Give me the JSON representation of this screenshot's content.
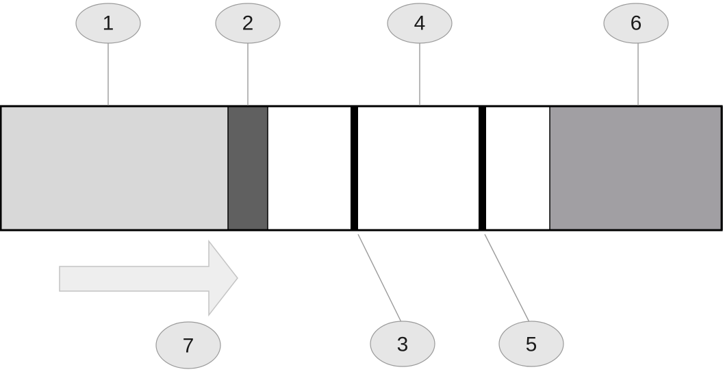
{
  "colors": {
    "background": "#ffffff",
    "strip_outline": "#000000",
    "bubble_fill": "#e6e6e6",
    "bubble_stroke": "#9a9a9a",
    "leader_line": "#9a9a9a",
    "arrow_fill": "#eeeeee",
    "arrow_stroke": "#c4c4c4"
  },
  "strip": {
    "segments": [
      {
        "id": "sample-pad",
        "fill": "#d8d8d8"
      },
      {
        "id": "conjugate-pad",
        "fill": "#606060"
      },
      {
        "id": "membrane-a",
        "fill": "#ffffff"
      },
      {
        "id": "test-line",
        "fill": "#000000"
      },
      {
        "id": "membrane-b",
        "fill": "#ffffff"
      },
      {
        "id": "control-line",
        "fill": "#000000"
      },
      {
        "id": "membrane-c",
        "fill": "#ffffff"
      },
      {
        "id": "absorbent-pad",
        "fill": "#a19fa3"
      }
    ]
  },
  "callouts": [
    {
      "label": "1"
    },
    {
      "label": "2"
    },
    {
      "label": "3"
    },
    {
      "label": "4"
    },
    {
      "label": "5"
    },
    {
      "label": "6"
    },
    {
      "label": "7"
    }
  ],
  "flow_arrow": {
    "icon": "right-arrow-icon"
  }
}
